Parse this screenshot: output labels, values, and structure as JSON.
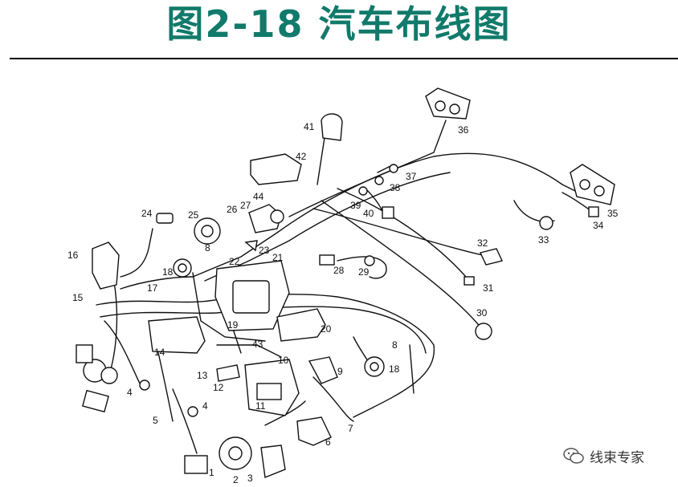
{
  "title": "图2-18   汽车布线图",
  "watermark": "线束专家",
  "labels": [
    "1",
    "2",
    "3",
    "4",
    "4",
    "5",
    "6",
    "7",
    "8",
    "8",
    "9",
    "10",
    "11",
    "12",
    "13",
    "14",
    "15",
    "16",
    "17",
    "18",
    "18",
    "19",
    "20",
    "21",
    "22",
    "23",
    "24",
    "25",
    "26",
    "27",
    "28",
    "29",
    "30",
    "31",
    "32",
    "33",
    "34",
    "35",
    "36",
    "37",
    "38",
    "39",
    "40",
    "41",
    "42",
    "43",
    "44"
  ]
}
